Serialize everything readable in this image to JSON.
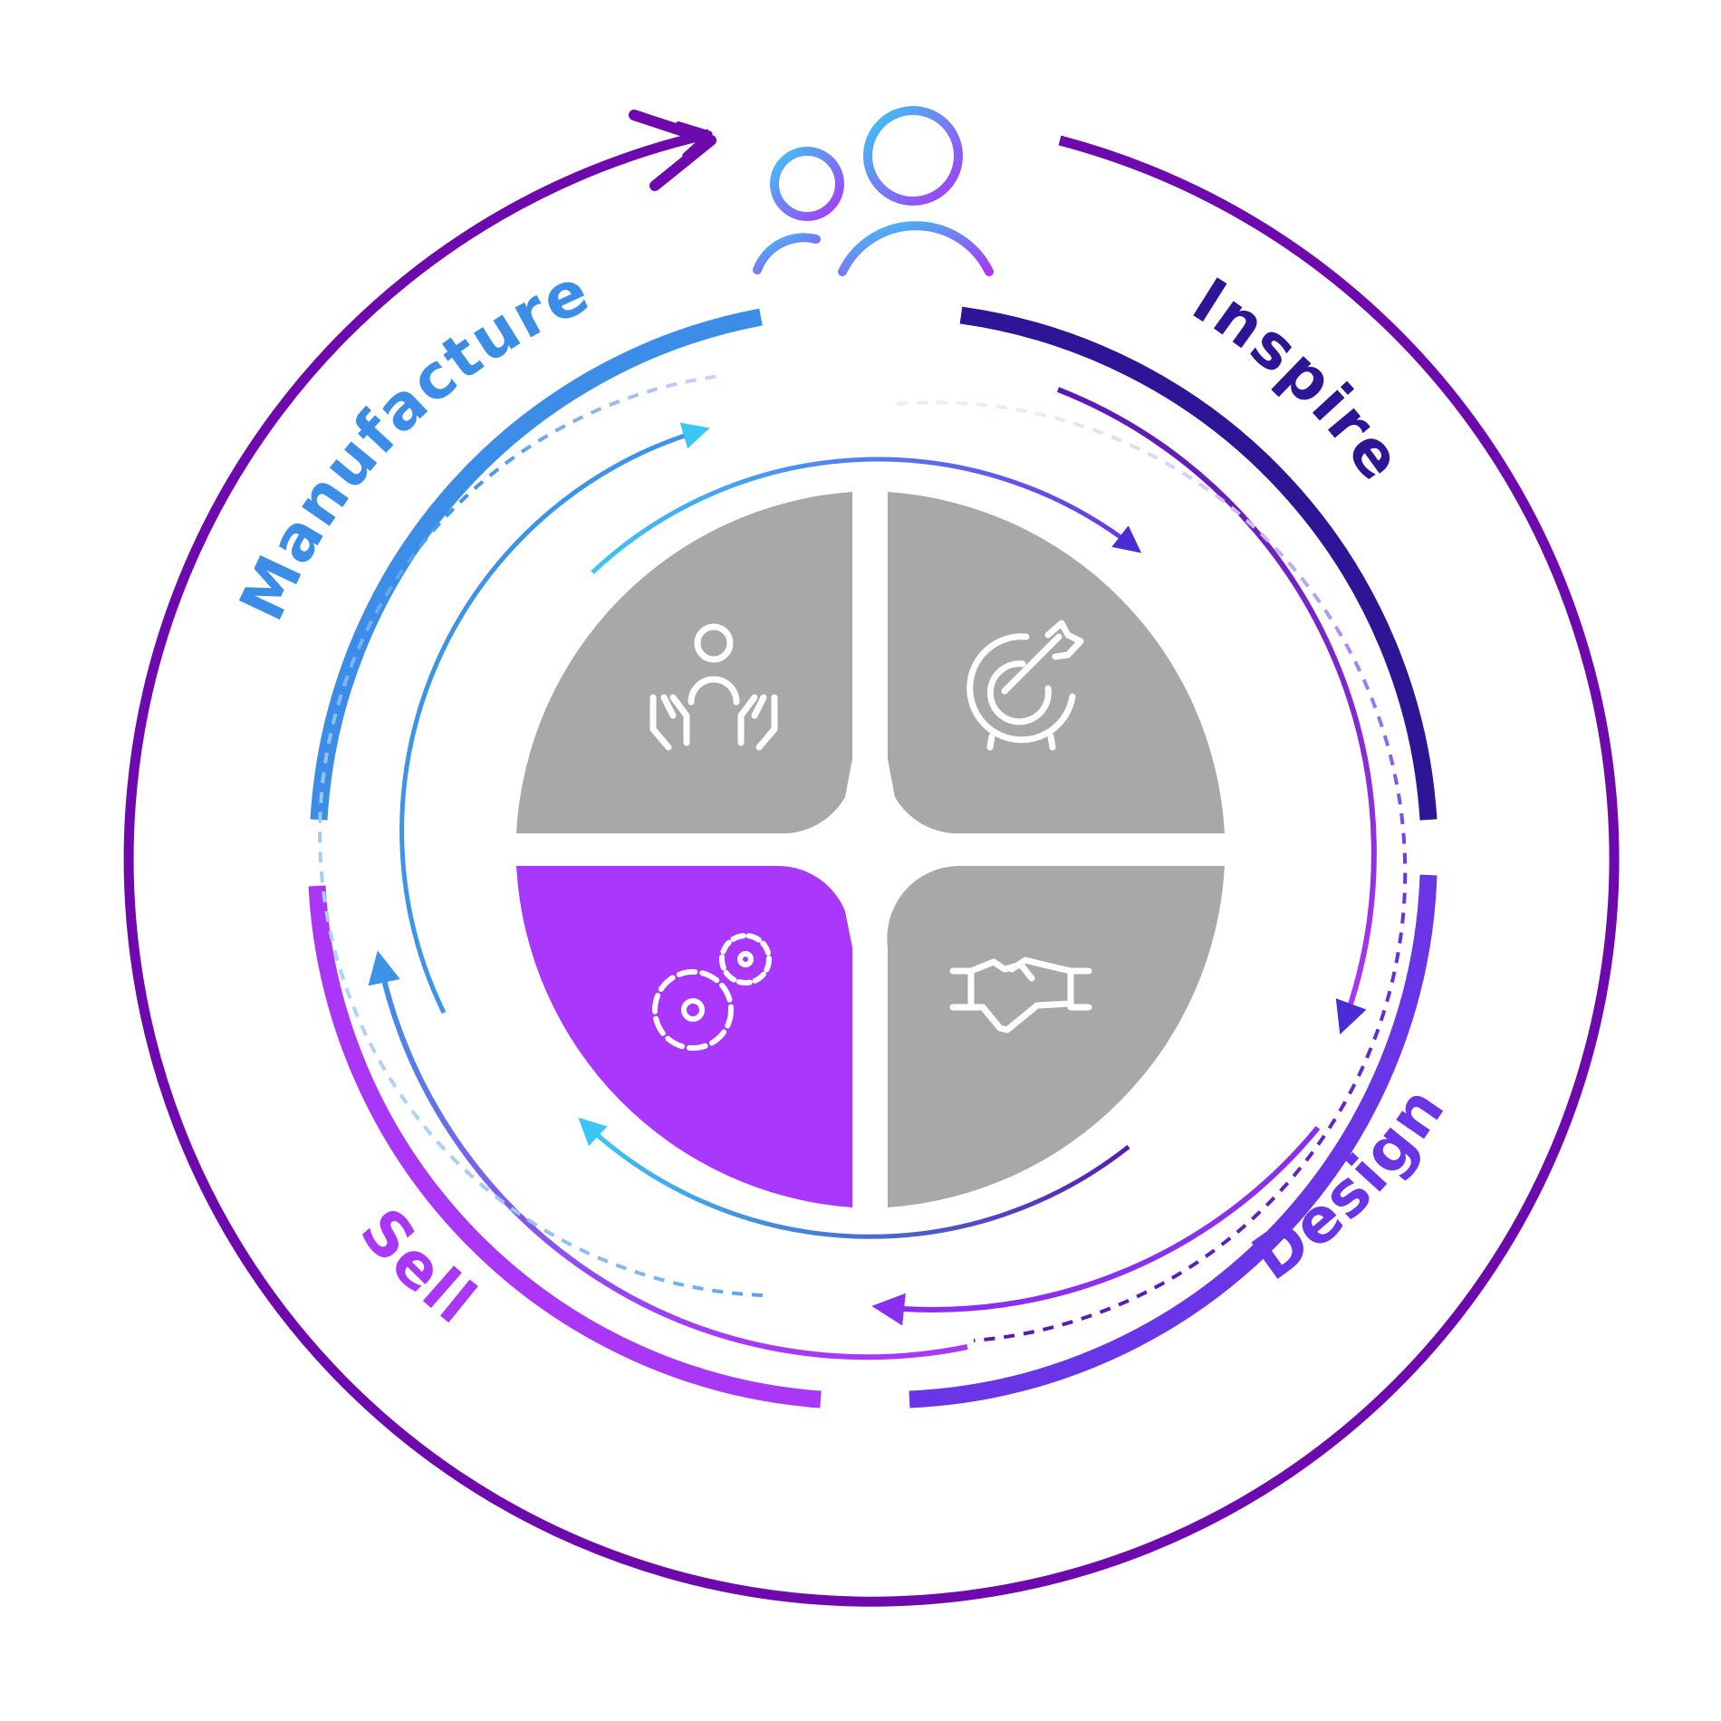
{
  "stages": [
    {
      "id": "inspire",
      "label": "Inspire",
      "color": "#2e1596"
    },
    {
      "id": "design",
      "label": "Design",
      "color": "#6a35e6"
    },
    {
      "id": "sell",
      "label": "Sell",
      "color": "#a937f5"
    },
    {
      "id": "manufacture",
      "label": "Manufacture",
      "color": "#3c93e8"
    }
  ],
  "quadrants": [
    {
      "id": "top-left",
      "icon": "people-hands-icon",
      "fill": "#a8a8a8",
      "highlighted": false
    },
    {
      "id": "top-right",
      "icon": "target-arrow-icon",
      "fill": "#a8a8a8",
      "highlighted": false
    },
    {
      "id": "bottom-left",
      "icon": "gears-icon",
      "fill": "#a937fc",
      "highlighted": true
    },
    {
      "id": "bottom-right",
      "icon": "handshake-icon",
      "fill": "#a8a8a8",
      "highlighted": false
    }
  ],
  "top_icon": "users-icon",
  "colors": {
    "outer_ring": "#6e0aad",
    "blue": "#3cc6f5",
    "purple": "#a937f5",
    "navy": "#2e1596",
    "grey": "#a8a8a8"
  }
}
